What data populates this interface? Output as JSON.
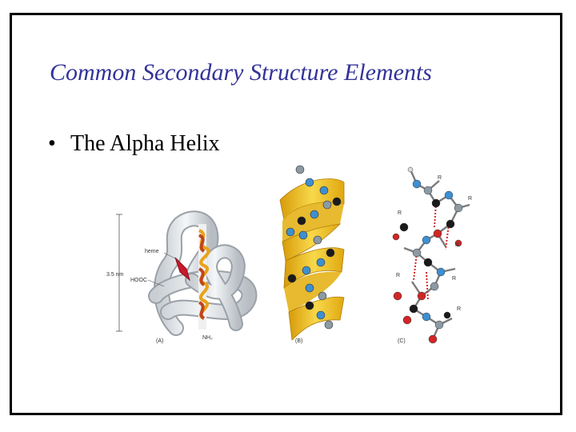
{
  "slide": {
    "title": "Common Secondary Structure Elements",
    "bullet": "The Alpha Helix"
  },
  "figure": {
    "panel_a": {
      "panel_label": "(A)",
      "scale_label": "3.5 nm",
      "heme_label": "heme",
      "c_terminus_label": "HOOC",
      "n_terminus_label": "NH₂"
    },
    "panel_b": {
      "panel_label": "(B)"
    },
    "panel_c": {
      "panel_label": "(C)",
      "r_group_label": "R"
    }
  },
  "colors": {
    "title": "#333399",
    "frame": "#000000",
    "ribbon_yellow": "#f2c21b",
    "atom_blue": "#3d8fd1",
    "atom_black": "#1a1a1a",
    "atom_gray": "#8c9aa3",
    "atom_red": "#d12626"
  }
}
